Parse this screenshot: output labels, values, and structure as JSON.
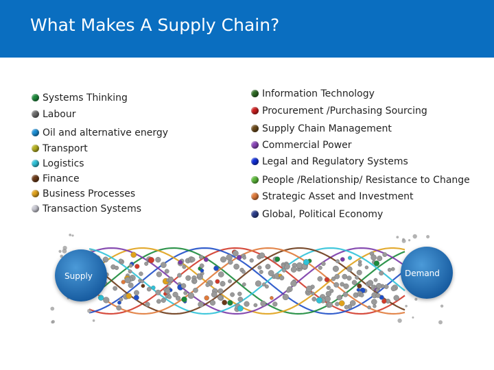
{
  "header": {
    "title": "What Makes A Supply Chain?"
  },
  "colors": {
    "header_bg": "#0a6ec0"
  },
  "left_items": [
    {
      "label": "Systems Thinking",
      "color": "#1e8a3c"
    },
    {
      "label": "Labour",
      "color": "#6e6e6e"
    },
    {
      "label": "Oil and alternative energy",
      "color": "#1b8fd6"
    },
    {
      "label": "Transport",
      "color": "#b5b020"
    },
    {
      "label": "Logistics",
      "color": "#2fc2d8"
    },
    {
      "label": "Finance",
      "color": "#6b3a18"
    },
    {
      "label": "Business Processes",
      "color": "#e0a21b"
    },
    {
      "label": "Transaction Systems",
      "color": "#c8c8d2"
    }
  ],
  "right_items": [
    {
      "label": "Information Technology",
      "color": "#2e6b24"
    },
    {
      "label": "Procurement /Purchasing Sourcing",
      "color": "#cc1f1f"
    },
    {
      "label": "Supply Chain Management",
      "color": "#6b4a1a"
    },
    {
      "label": "Commercial Power",
      "color": "#8a46b8"
    },
    {
      "label": "Legal and Regulatory Systems",
      "color": "#1230d8"
    },
    {
      "label": "People /Relationship/ Resistance to Change",
      "color": "#5cb83a"
    },
    {
      "label": "Strategic Asset and Investment",
      "color": "#e07a3a"
    },
    {
      "label": "Global, Political Economy",
      "color": "#2c3e8c"
    }
  ],
  "diagram": {
    "supply_label": "Supply",
    "demand_label": "Demand",
    "strand_colors": [
      "#d23a2a",
      "#1f4fc8",
      "#1a8a3a",
      "#e0a21b",
      "#7a3aa8",
      "#2fc2d8",
      "#6b3a18",
      "#e07a3a"
    ]
  }
}
